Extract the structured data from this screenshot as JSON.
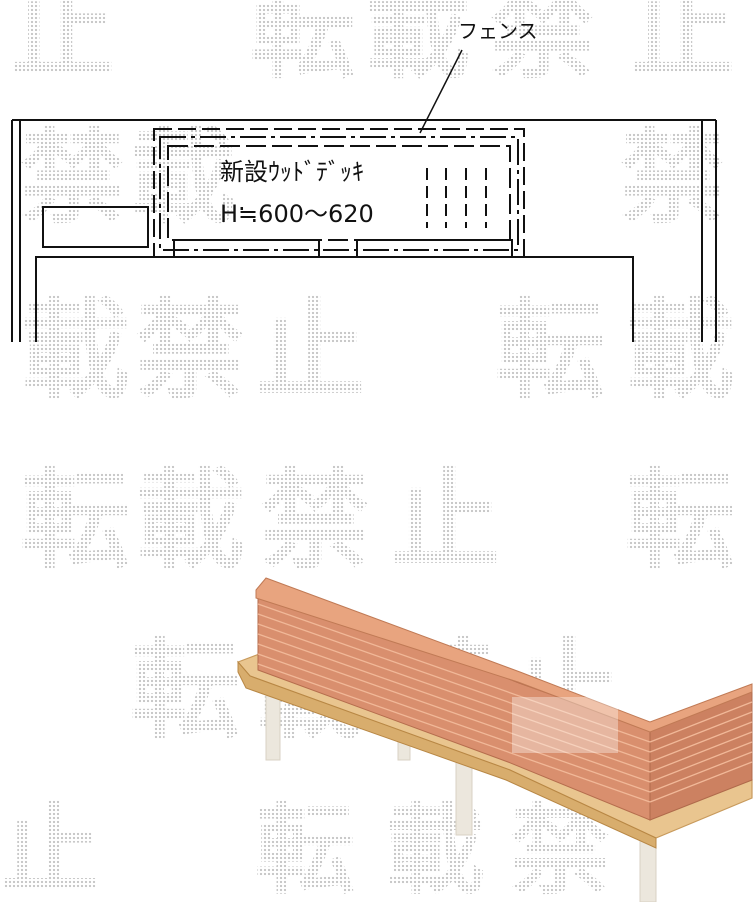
{
  "plan": {
    "fence_label": "フェンス",
    "deck_label": "新設ｳｯﾄﾞﾃﾞｯｷ",
    "height_label": "H≒600～620"
  },
  "watermark": {
    "chars": [
      "転",
      "載",
      "禁",
      "止"
    ]
  },
  "colors": {
    "line": "#111111",
    "watermark": "#c9c9c9",
    "fence_wood": "#d98f6e",
    "fence_cap": "#e8a47f",
    "deck_wood": "#e9c58f",
    "post": "#ece7dd"
  },
  "icons": {
    "fence_render": "wooden-deck-fence-illustration"
  }
}
